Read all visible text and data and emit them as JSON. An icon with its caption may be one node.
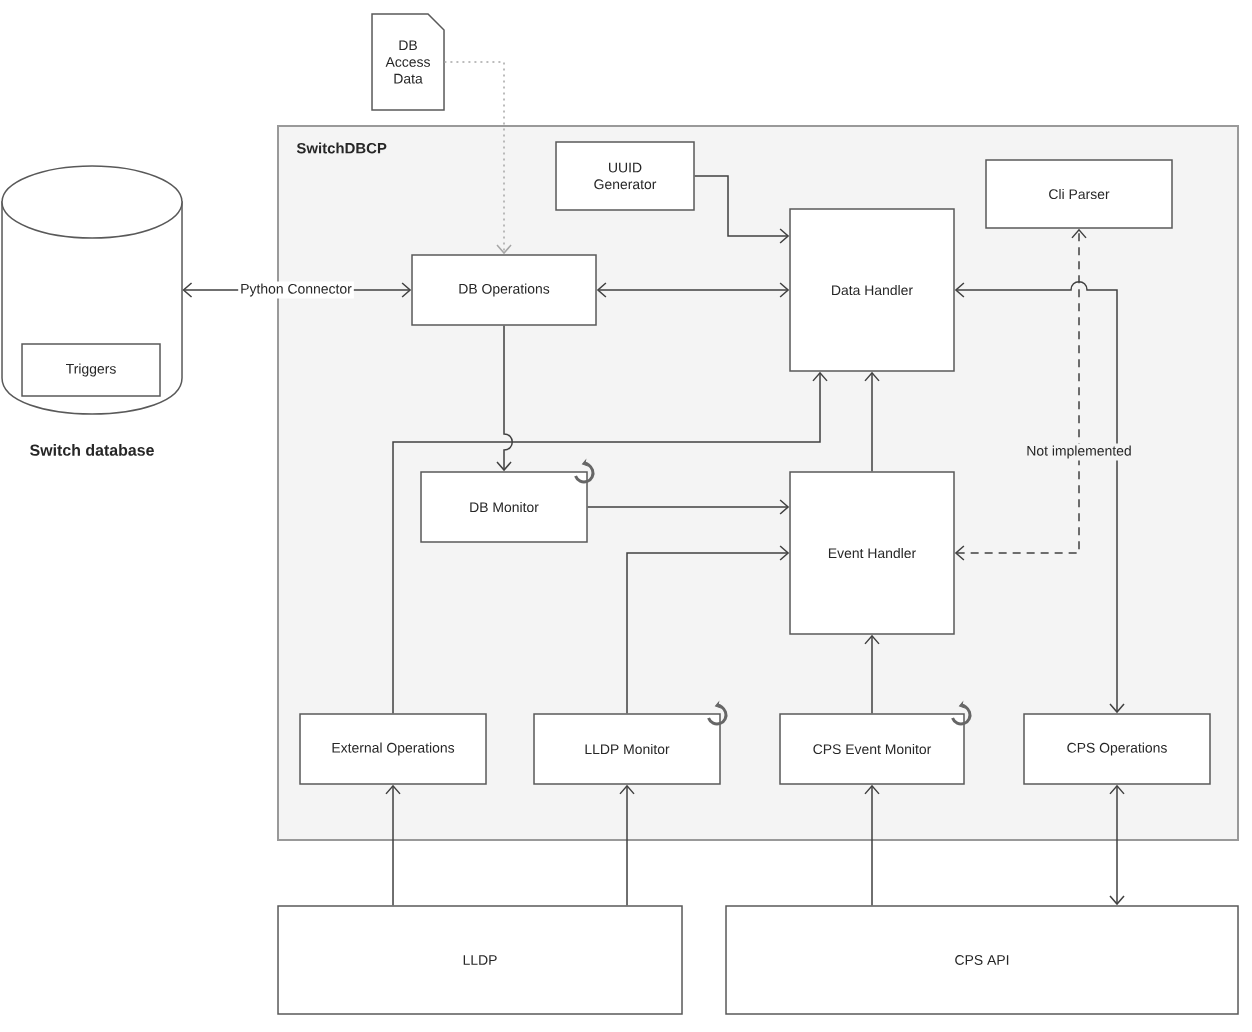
{
  "diagram": {
    "nodes": [
      {
        "text": [
          "DB Access Data"
        ]
      },
      {
        "text": [
          "Switch database"
        ]
      },
      {
        "text": [
          "Triggers"
        ],
        "in": 1
      },
      {
        "text": [
          "SwitchDBCP"
        ]
      },
      {
        "text": [
          "UUID Generator"
        ],
        "in": 3
      },
      {
        "text": [
          "Cli Parser"
        ],
        "in": 3
      },
      {
        "text": [
          "DB Operations"
        ],
        "in": 3
      },
      {
        "text": [
          "Data Handler"
        ],
        "in": 3
      },
      {
        "text": [
          "DB Monitor"
        ],
        "in": 3
      },
      {
        "text": [
          "Event Handler"
        ],
        "in": 3
      },
      {
        "text": [
          "External Operations"
        ],
        "in": 3
      },
      {
        "text": [
          "LLDP Monitor"
        ],
        "in": 3
      },
      {
        "text": [
          "CPS Event Monitor"
        ],
        "in": 3
      },
      {
        "text": [
          "CPS Operations"
        ],
        "in": 3
      },
      {
        "text": [
          "LLDP"
        ]
      },
      {
        "text": [
          "CPS API"
        ]
      }
    ],
    "edges": [
      {
        "from": 1,
        "to": 6,
        "arrow": "both",
        "label": "Python Connector"
      },
      {
        "from": 0,
        "to": 6,
        "arrow": "to",
        "style": "dashed",
        "color": "#a6a6a6"
      },
      {
        "from": 6,
        "to": 7,
        "arrow": "both"
      },
      {
        "from": 4,
        "to": 7,
        "arrow": "to"
      },
      {
        "from": 6,
        "to": 8,
        "arrow": "to"
      },
      {
        "from": 10,
        "to": 7,
        "arrow": "to"
      },
      {
        "from": 8,
        "to": 9,
        "arrow": "to"
      },
      {
        "from": 9,
        "to": 7,
        "arrow": "to"
      },
      {
        "from": 7,
        "to": 13,
        "arrow": "both"
      },
      {
        "from": 9,
        "to": 5,
        "arrow": "both",
        "style": "dashed",
        "label": "Not implemented"
      },
      {
        "from": 11,
        "to": 9,
        "arrow": "to"
      },
      {
        "from": 12,
        "to": 9,
        "arrow": "to"
      },
      {
        "from": 14,
        "to": 10,
        "arrow": "to"
      },
      {
        "from": 14,
        "to": 11,
        "arrow": "to"
      },
      {
        "from": 15,
        "to": 12,
        "arrow": "to"
      },
      {
        "from": 15,
        "to": 13,
        "arrow": "both"
      }
    ]
  }
}
